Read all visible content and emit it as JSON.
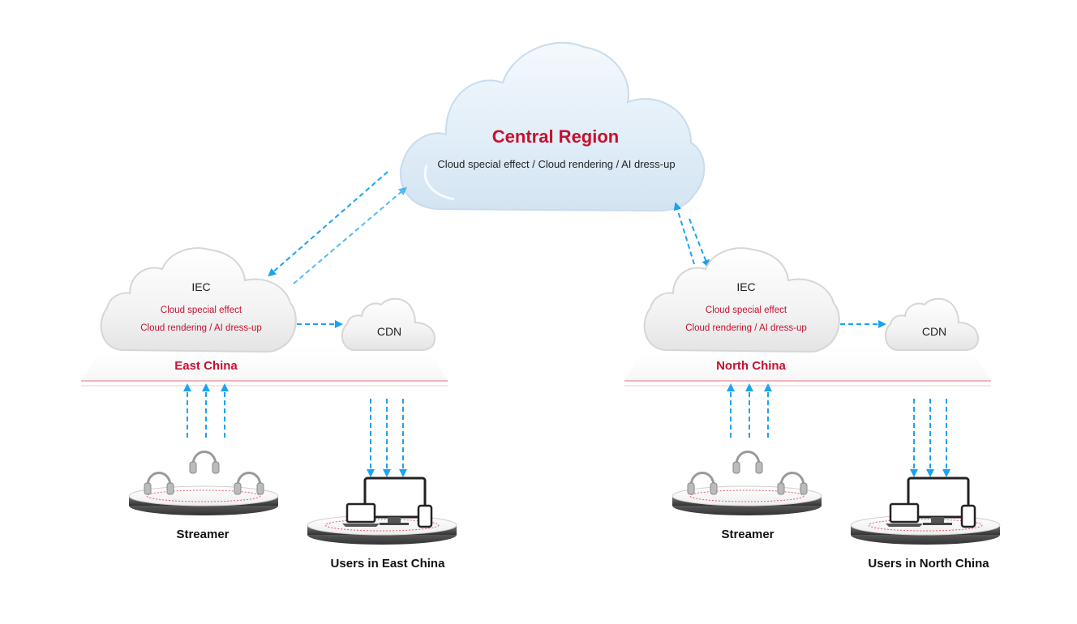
{
  "central": {
    "title": "Central Region",
    "subtitle": "Cloud special effect / Cloud rendering / AI dress-up"
  },
  "regions": [
    {
      "iec_label": "IEC",
      "feature_1": "Cloud special effect",
      "feature_2": "Cloud rendering / AI dress-up",
      "region_name": "East China",
      "cdn_label": "CDN",
      "streamer_label": "Streamer",
      "users_label": "Users in East China"
    },
    {
      "iec_label": "IEC",
      "feature_1": "Cloud special effect",
      "feature_2": "Cloud rendering / AI dress-up",
      "region_name": "North China",
      "cdn_label": "CDN",
      "streamer_label": "Streamer",
      "users_label": "Users in North China"
    }
  ],
  "colors": {
    "accent_red": "#c8102e",
    "arrow_blue": "#1aa3f0"
  },
  "icons": [
    "cloud-icon",
    "headset-icon",
    "laptop-icon",
    "monitor-icon",
    "phone-icon",
    "platform-icon"
  ]
}
